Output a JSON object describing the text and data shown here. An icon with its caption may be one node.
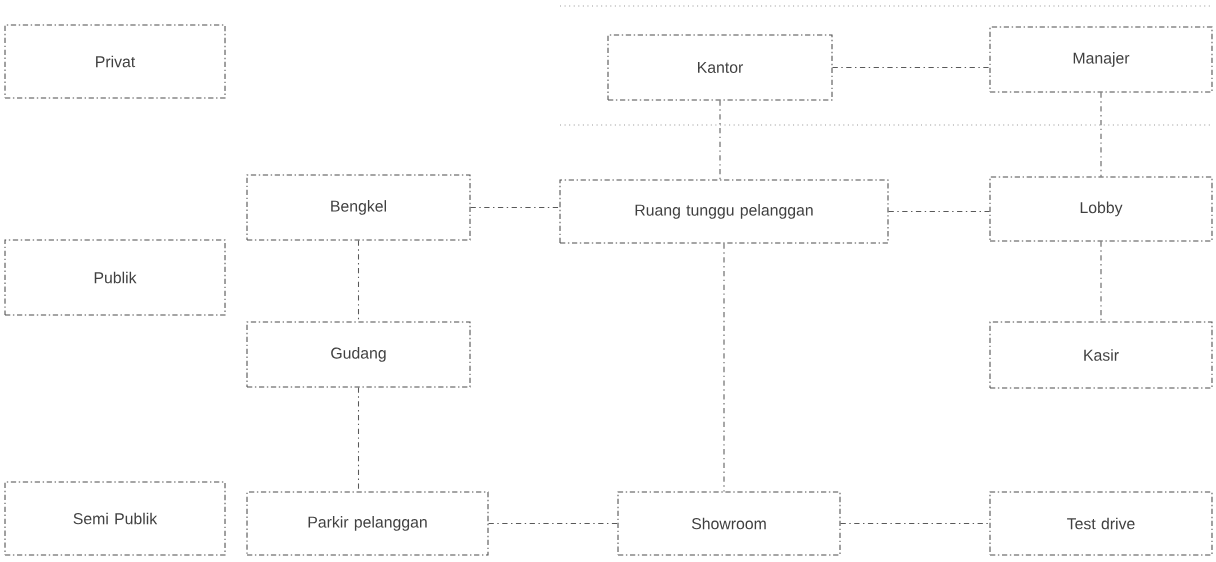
{
  "diagram": {
    "nodes": [
      {
        "text": [
          "Privat"
        ]
      },
      {
        "text": [
          "Kantor"
        ]
      },
      {
        "text": [
          "Manajer"
        ]
      },
      {
        "text": [
          "Bengkel"
        ]
      },
      {
        "text": [
          "Ruang tunggu pelanggan"
        ]
      },
      {
        "text": [
          "Lobby"
        ]
      },
      {
        "text": [
          "Publik"
        ]
      },
      {
        "text": [
          "Gudang"
        ]
      },
      {
        "text": [
          "Kasir"
        ]
      },
      {
        "text": [
          "Semi Publik"
        ]
      },
      {
        "text": [
          "Parkir pelanggan"
        ]
      },
      {
        "text": [
          "Showroom"
        ]
      },
      {
        "text": [
          "Test drive"
        ]
      }
    ],
    "edges": [
      {
        "from": 1,
        "to": 2,
        "arrow": "none"
      },
      {
        "from": 1,
        "to": 4,
        "arrow": "none"
      },
      {
        "from": 2,
        "to": 5,
        "arrow": "none"
      },
      {
        "from": 3,
        "to": 4,
        "arrow": "none"
      },
      {
        "from": 4,
        "to": 5,
        "arrow": "none"
      },
      {
        "from": 3,
        "to": 7,
        "arrow": "none"
      },
      {
        "from": 5,
        "to": 8,
        "arrow": "none"
      },
      {
        "from": 4,
        "to": 11,
        "arrow": "none"
      },
      {
        "from": 7,
        "to": 10,
        "arrow": "none"
      },
      {
        "from": 10,
        "to": 11,
        "arrow": "none"
      },
      {
        "from": 11,
        "to": 12,
        "arrow": "none"
      }
    ]
  }
}
